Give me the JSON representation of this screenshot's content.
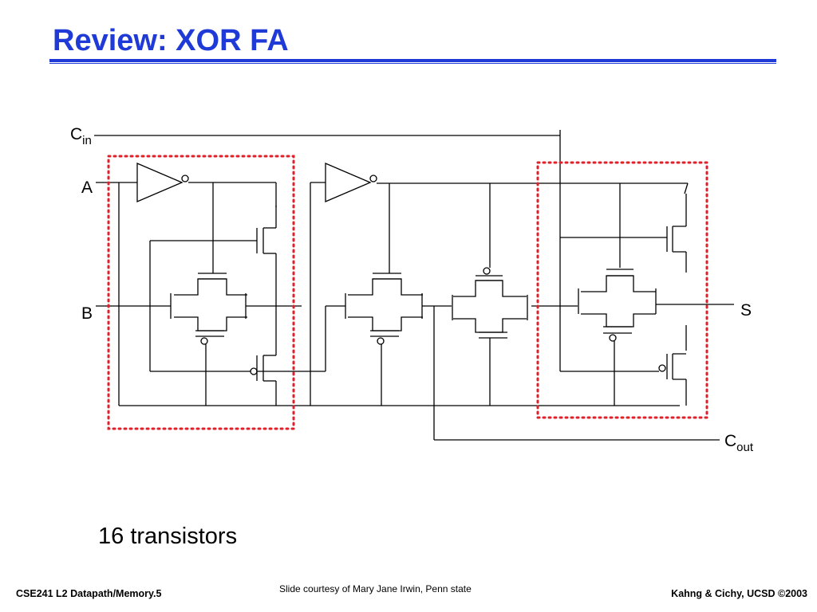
{
  "slide": {
    "title": "Review:  XOR FA",
    "note": "16 transistors",
    "footer_left": "CSE241  L2 Datapath/Memory.5",
    "footer_center": "Slide courtesy of Mary Jane Irwin, Penn state",
    "footer_right": "Kahng & Cichy, UCSD ©2003"
  },
  "diagram": {
    "labels": {
      "cin_main": "C",
      "cin_sub": "in",
      "a": "A",
      "b": "B",
      "s": "S",
      "cout_main": "C",
      "cout_sub": "out"
    },
    "colors": {
      "title": "#1f3ad6",
      "highlight_box": "#e0202a",
      "wire": "#000000"
    }
  }
}
